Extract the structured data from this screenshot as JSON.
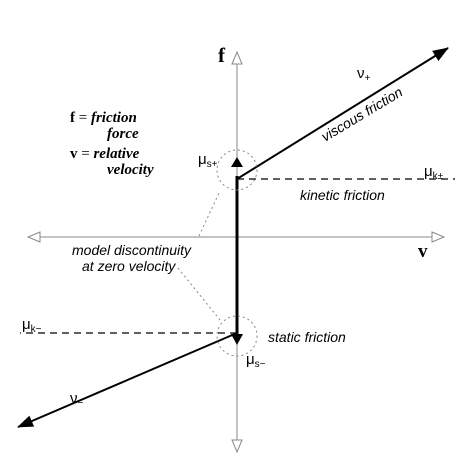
{
  "axes": {
    "y_label": "f",
    "x_label": "v"
  },
  "legend": {
    "f_symbol": "f",
    "f_eq": " = ",
    "f_def_1": "friction",
    "f_def_2": "force",
    "v_symbol": "v",
    "v_eq": " = ",
    "v_def_1": "relative",
    "v_def_2": "velocity"
  },
  "labels": {
    "viscous_friction": "viscous friction",
    "kinetic_friction": "kinetic friction",
    "static_friction": "static friction",
    "discontinuity_1": "model discontinuity",
    "discontinuity_2": "at zero velocity"
  },
  "symbols": {
    "mu": "μ",
    "nu": "ν",
    "s_plus": "s+",
    "s_minus": "s−",
    "k_plus_minus": "k±",
    "k_minus": "k−",
    "plus": "+",
    "minus": "−"
  },
  "colors": {
    "line": "#000000",
    "axis": "#888888",
    "dotted": "#888888"
  }
}
